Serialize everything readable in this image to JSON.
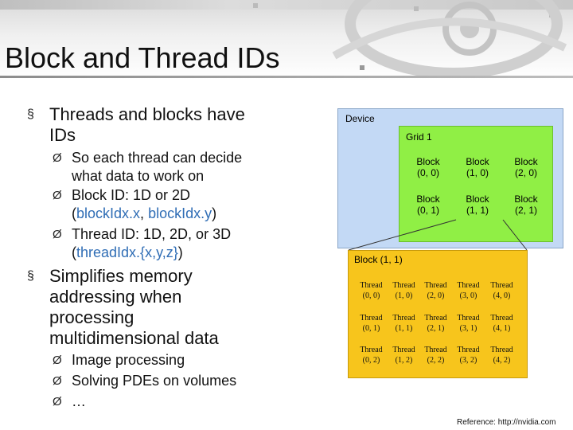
{
  "slide": {
    "title": "Block and Thread IDs"
  },
  "left": {
    "b1_line1": "Threads and blocks have",
    "b1_line2": "IDs",
    "b1_sub1_line1": "So each thread can decide",
    "b1_sub1_line2": "what data to work on",
    "b1_sub2_line1": "Block ID: 1D or 2D",
    "b1_sub2_line2_pre": "(",
    "b1_sub2_line2_hl1": "blockIdx.x",
    "b1_sub2_line2_mid": ", ",
    "b1_sub2_line2_hl2": "blockIdx.y",
    "b1_sub2_line2_post": ")",
    "b1_sub3_line1": "Thread ID: 1D, 2D, or 3D",
    "b1_sub3_line2_pre": "(",
    "b1_sub3_line2_hl": "threadIdx.{x,y,z}",
    "b1_sub3_line2_post": ")",
    "b2_line1": "Simplifies memory",
    "b2_line2": "addressing when",
    "b2_line3": "processing",
    "b2_line4": "multidimensional data",
    "b2_sub1": "Image processing",
    "b2_sub2": "Solving PDEs on volumes",
    "b2_sub3": "…",
    "level1_marker": "§",
    "level2_marker": "Ø"
  },
  "diagram": {
    "device_label": "Device",
    "grid_label": "Grid 1",
    "block_word": "Block",
    "block_rows": [
      [
        "(0, 0)",
        "(1, 0)",
        "(2, 0)"
      ],
      [
        "(0, 1)",
        "(1, 1)",
        "(2, 1)"
      ]
    ],
    "block_detail_label": "Block (1, 1)",
    "thread_word": "Thread",
    "thread_rows": [
      [
        "(0, 0)",
        "(1, 0)",
        "(2, 0)",
        "(3, 0)",
        "(4, 0)"
      ],
      [
        "(0, 1)",
        "(1, 1)",
        "(2, 1)",
        "(3, 1)",
        "(4, 1)"
      ],
      [
        "(0, 2)",
        "(1, 2)",
        "(2, 2)",
        "(3, 2)",
        "(4, 2)"
      ]
    ],
    "colors": {
      "device": "#c3d9f5",
      "grid": "#90ef45",
      "block_detail": "#f7c51c",
      "highlight_text": "#2f6db5"
    }
  },
  "footer": {
    "reference": "Reference: http://nvidia.com"
  }
}
